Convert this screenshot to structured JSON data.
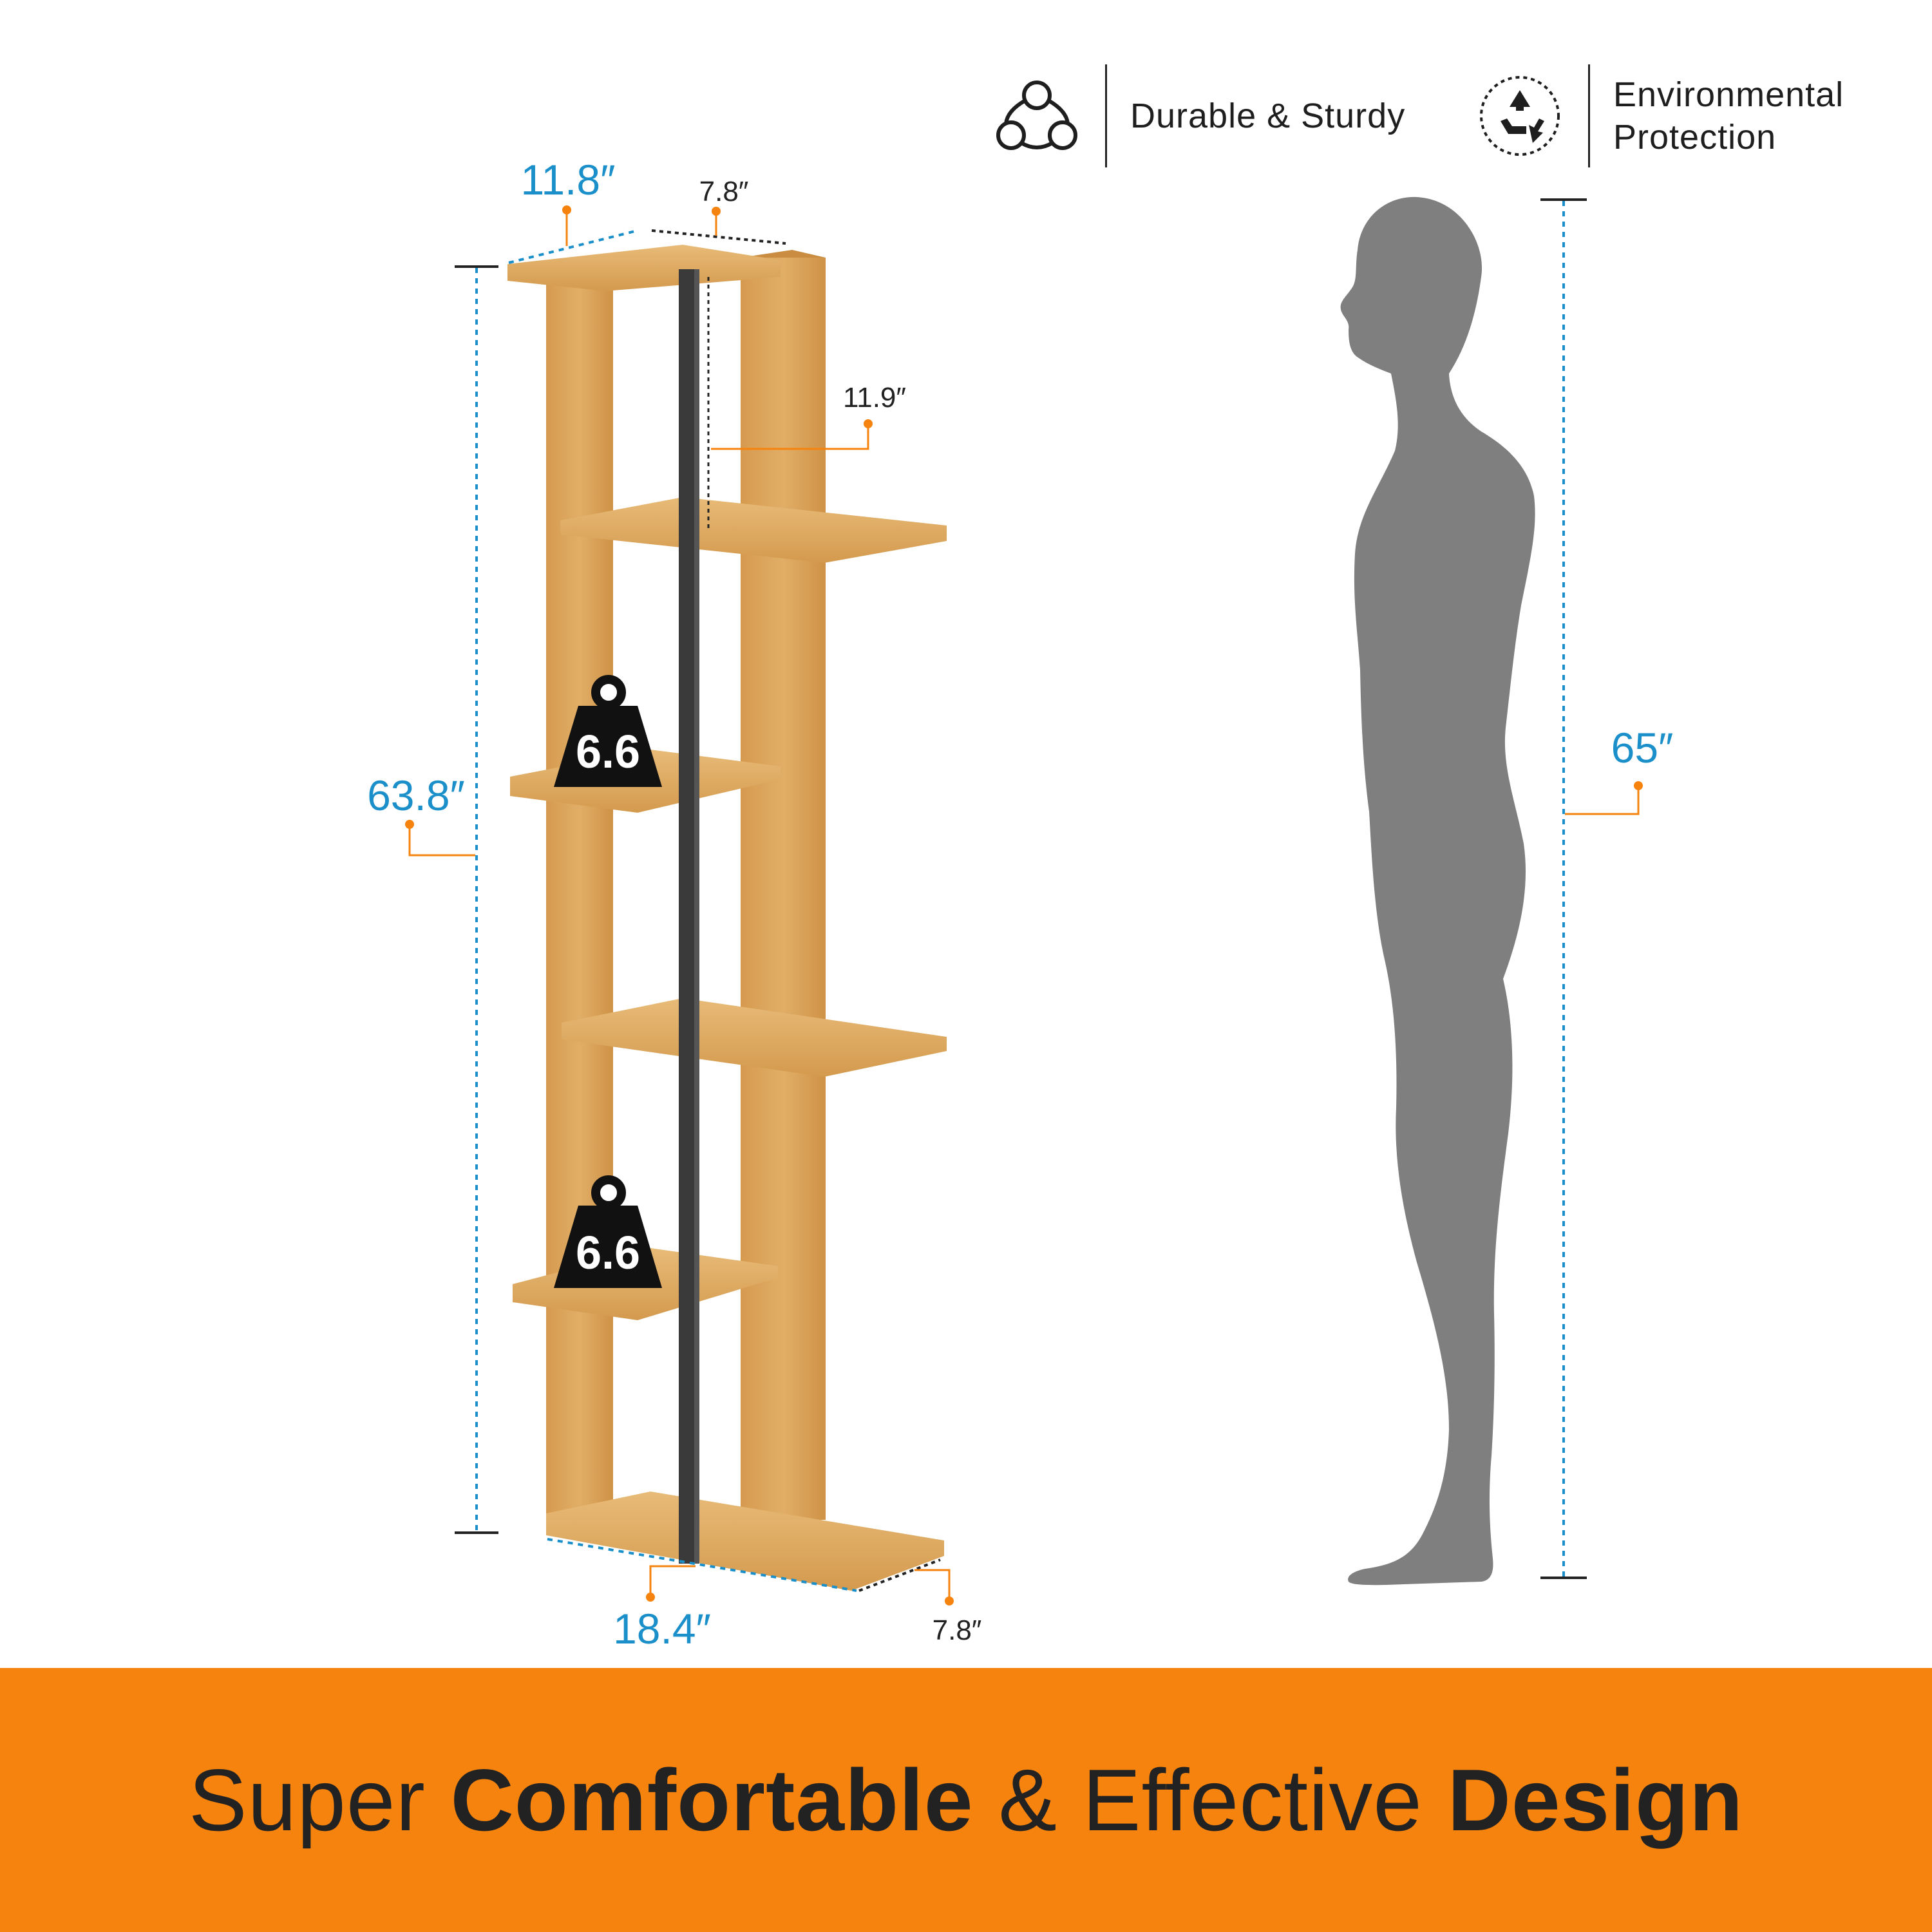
{
  "features": [
    {
      "icon": "molecule-icon",
      "label": "Durable & Sturdy"
    },
    {
      "icon": "recycle-icon",
      "label_line1": "Environmental",
      "label_line2": "Protection"
    }
  ],
  "dimensions": {
    "top_width": "11.8″",
    "top_depth": "7.8″",
    "upright_gap": "11.9″",
    "height": "63.8″",
    "base_width": "18.4″",
    "base_depth": "7.8″",
    "person_height": "65″"
  },
  "load_badges": [
    "6.6",
    "6.6"
  ],
  "footer": {
    "light_1": "Super ",
    "bold_1": "Comfortable",
    "light_2": " & Effective ",
    "bold_2": "Design"
  },
  "colors": {
    "accent_orange": "#f6830d",
    "dimension_blue": "#1a8fc9",
    "wood": "#d9a35a",
    "silhouette": "#7f7f7f"
  }
}
